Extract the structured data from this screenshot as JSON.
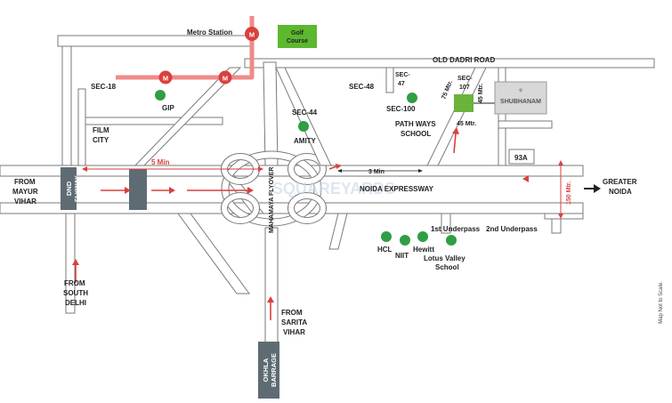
{
  "map": {
    "colors": {
      "road_fill": "#ffffff",
      "road_edge": "#7a7a7a",
      "bg": "#ffffff",
      "metro_line": "#f08a8a",
      "metro_station": "#d9413d",
      "poi": "#2f9e44",
      "golf": "#5cb82e",
      "project": "#6ab43c",
      "arrow": "#d9413d",
      "barrier": "#5f6b73"
    },
    "labels": {
      "metro_station": "Metro Station",
      "golf_course_1": "Golf",
      "golf_course_2": "Course",
      "old_dadri_road": "OLD DADRI ROAD",
      "sec18": "SEC-18",
      "gip": "GIP",
      "film_city_1": "FILM",
      "film_city_2": "CITY",
      "sec48": "SEC-48",
      "sec47_1": "SEC-",
      "sec47_2": "47",
      "sec107_1": "SEC-",
      "sec107_2": "107",
      "sec44": "SEC-44",
      "amity": "AMITY",
      "sec100": "SEC-100",
      "pathways_1": "PATH WAYS",
      "pathways_2": "SCHOOL",
      "dist_75": "75 Mtr.",
      "dist_45a": "45 Mtr.",
      "dist_45b": "45 Mtr.",
      "five_min": "5 Min",
      "three_min": "3 Min",
      "sector_93a": "93A",
      "noida_expressway": "NOIDA EXPRESSWAY",
      "greater_noida_1": "GREATER",
      "greater_noida_2": "NOIDA",
      "dist_150": "150 Mtr.",
      "from_mayur_1": "FROM",
      "from_mayur_2": "MAYUR",
      "from_mayur_3": "VIHAR",
      "dnd_1": "DND",
      "dnd_2": "FLYWAY",
      "mahamaya": "MAHAMAYA FLYOVER",
      "from_south_1": "FROM",
      "from_south_2": "SOUTH",
      "from_south_3": "DELHI",
      "from_sarita_1": "FROM",
      "from_sarita_2": "SARITA",
      "from_sarita_3": "VIHAR",
      "okhla_1": "OKHLA",
      "okhla_2": "BARRAGE",
      "hcl": "HCL",
      "niit": "NIIT",
      "hewitt": "Hewitt",
      "lotus_1": "Lotus Valley",
      "lotus_2": "School",
      "underpass_1": "1st Underpass",
      "underpass_2": "2nd Underpass",
      "note": "Map Not to Scale.",
      "metro_symbol": "M",
      "project_name": "SHUBHANAM",
      "watermark": "SQUAREYARDS"
    },
    "icons": [
      "metro-station-icon",
      "poi-dot-icon",
      "direction-arrow-icon",
      "project-logo-icon"
    ]
  }
}
